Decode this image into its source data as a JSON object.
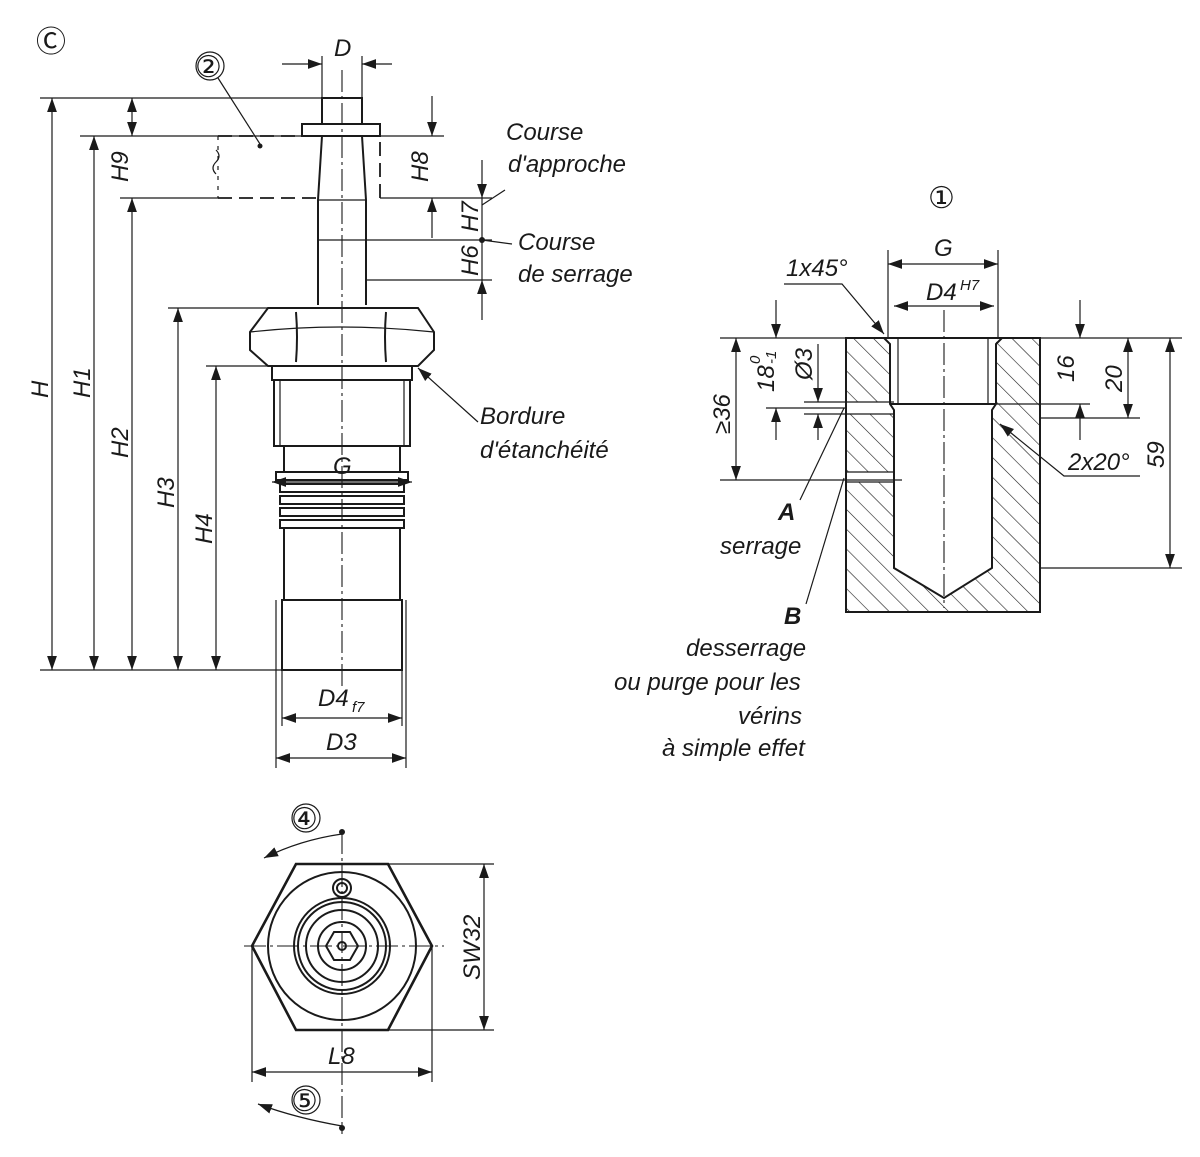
{
  "labels": {
    "view_c": "Ⓒ",
    "pos_1": "①",
    "pos_2": "②",
    "pos_4": "④",
    "pos_5": "⑤",
    "D": "D",
    "H": "H",
    "H1": "H1",
    "H2": "H2",
    "H3": "H3",
    "H4": "H4",
    "H6": "H6",
    "H7": "H7",
    "H8": "H8",
    "H9": "H9",
    "G_left": "G",
    "D4f7": "D4",
    "f7": "f7",
    "D3": "D3",
    "course_approche_1": "Course",
    "course_approche_2": "d'approche",
    "course_serrage_1": "Course",
    "course_serrage_2": "de serrage",
    "bordure_1": "Bordure",
    "bordure_2": "d'étanchéité",
    "G_right": "G",
    "D4H7": "D4",
    "H7_sup": "H7",
    "chamfer": "1x45°",
    "dim_36": "≥36",
    "dim_18": "18",
    "dim_18_up": "0",
    "dim_18_low": "-1",
    "dim_o3": "Ø3",
    "dim_16": "16",
    "dim_20": "20",
    "dim_59": "59",
    "angle": "2x20°",
    "A": "A",
    "serrage": "serrage",
    "B": "B",
    "desserrage_1": "desserrage",
    "desserrage_2": "ou purge pour les",
    "desserrage_3": "vérins",
    "desserrage_4": "à simple effet",
    "SW32": "SW32",
    "L8": "L8"
  }
}
